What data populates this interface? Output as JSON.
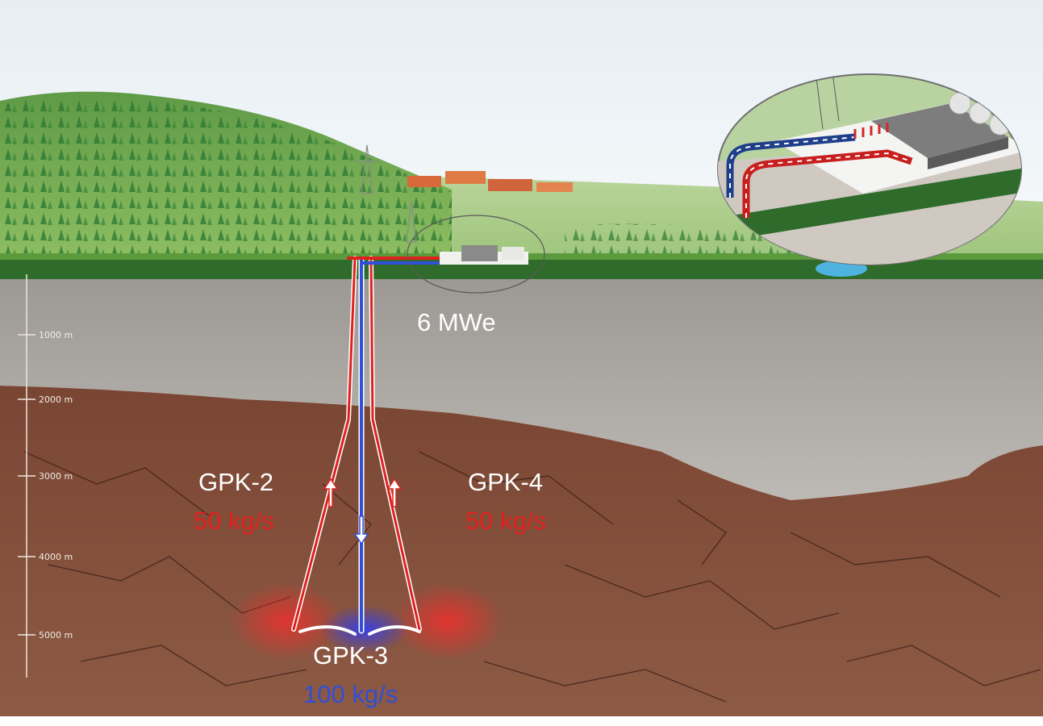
{
  "labels": {
    "plant_output": "6 MWe",
    "well_left_name": "GPK-2",
    "well_left_flow": "50 kg/s",
    "well_right_name": "GPK-4",
    "well_right_flow": "50 kg/s",
    "well_center_name": "GPK-3",
    "well_center_flow": "100 kg/s"
  },
  "depth_scale": [
    "1000 m",
    "2000 m",
    "3000 m",
    "4000 m",
    "5000 m"
  ],
  "colors": {
    "production_flow": "#e0201c",
    "injection_flow": "#2f4fd8",
    "label_text": "#ffffff"
  }
}
